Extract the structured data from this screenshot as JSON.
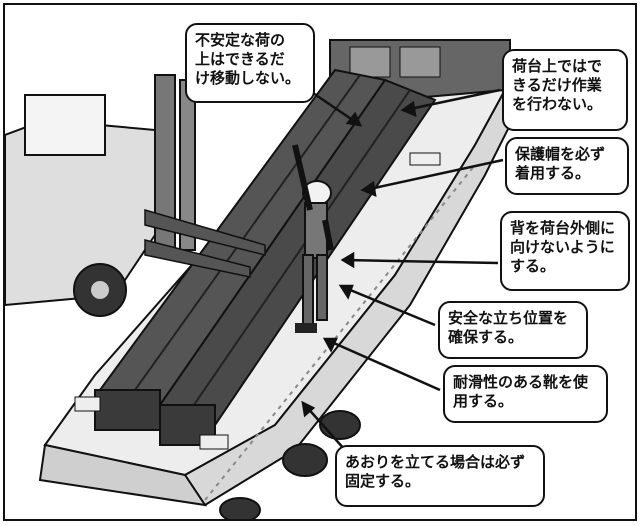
{
  "callouts": {
    "unstable_load": "不安定な荷の\n上はできるだ\nけ移動しない。",
    "minimize_work": "荷台上ではで\nきるだけ作業\nを行わない。",
    "helmet": "保護帽を必ず\n着用する。",
    "back_outward": "背を荷台外側に\n向けないように\nする。",
    "safe_position": "安全な立ち位置を\n確保する。",
    "non_slip_shoes": "耐滑性のある靴を使\n用する。",
    "side_gate": "あおりを立てる場合は必ず\n固定する。"
  },
  "colors": {
    "ink": "#111111",
    "beam": "#555555",
    "beam_dark": "#3a3a3a",
    "truck_bed": "#e8e8e8",
    "bg": "#ffffff"
  }
}
